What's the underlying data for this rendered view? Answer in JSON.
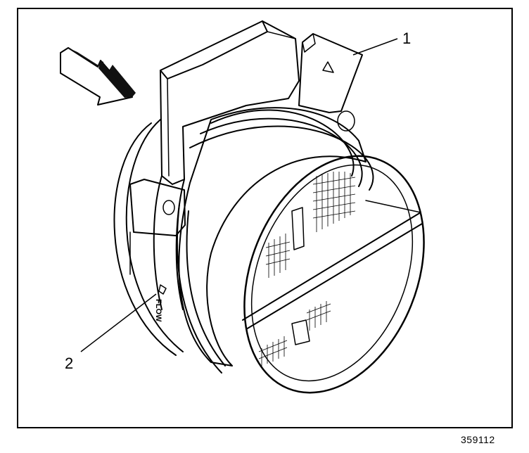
{
  "figure": {
    "id": "359112",
    "callouts": [
      {
        "number": "1"
      },
      {
        "number": "2"
      }
    ],
    "flow_marking": "FLOW"
  }
}
